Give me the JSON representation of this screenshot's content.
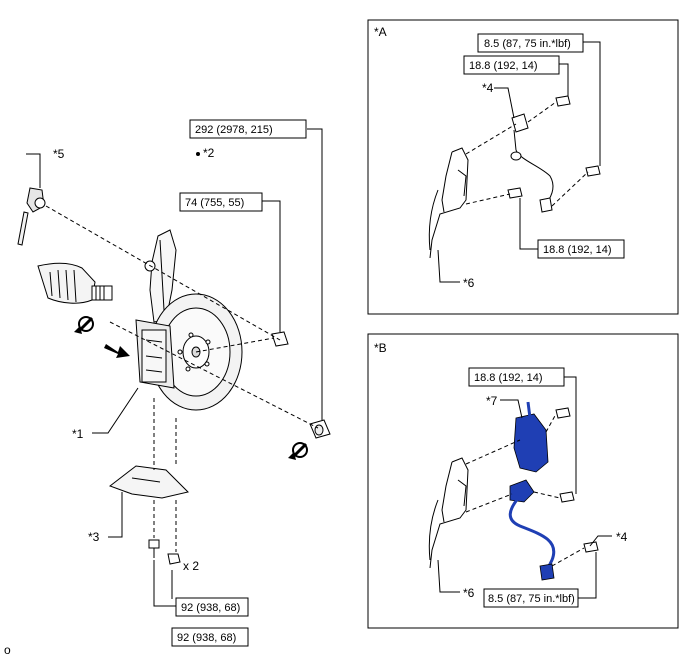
{
  "main": {
    "part_labels": {
      "p1": "*1",
      "p2": "*2",
      "p3": "*3",
      "p5": "*5"
    },
    "torque_labels": {
      "hub_nut": "292 (2978, 215)",
      "knuckle_nut": "74 (755, 55)",
      "cover_bolt_a": "92 (938, 68)",
      "cover_bolt_b": "92 (938, 68)"
    },
    "quantity_label": "x 2",
    "corner_mark": "o"
  },
  "inset_a": {
    "title": "*A",
    "torque_labels": {
      "top": "8.5 (87, 75 in.*lbf)",
      "second": "18.8 (192, 14)",
      "lower": "18.8 (192, 14)"
    },
    "part_labels": {
      "p4": "*4",
      "p6": "*6"
    }
  },
  "inset_b": {
    "title": "*B",
    "torque_labels": {
      "top": "18.8 (192, 14)",
      "bottom": "8.5 (87, 75 in.*lbf)"
    },
    "part_labels": {
      "p7": "*7",
      "p4": "*4",
      "p6": "*6"
    },
    "highlight_color": "#1f3fb4"
  }
}
